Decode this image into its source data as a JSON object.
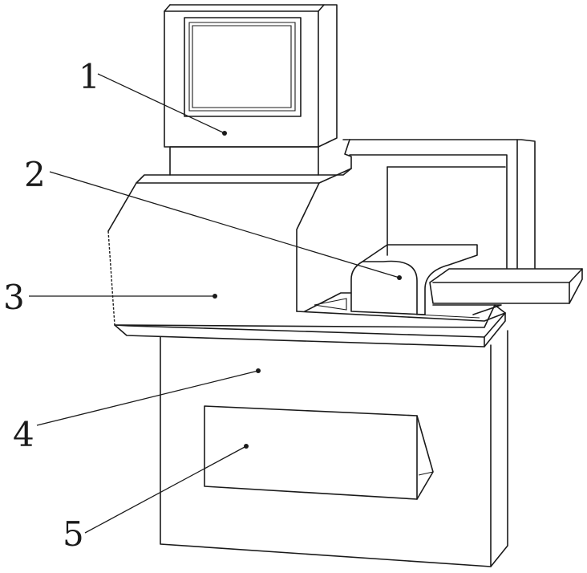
{
  "labels": {
    "l1": "1",
    "l2": "2",
    "l3": "3",
    "l4": "4",
    "l5": "5"
  },
  "colors": {
    "line": "#1a1a1a",
    "background": "#ffffff"
  }
}
